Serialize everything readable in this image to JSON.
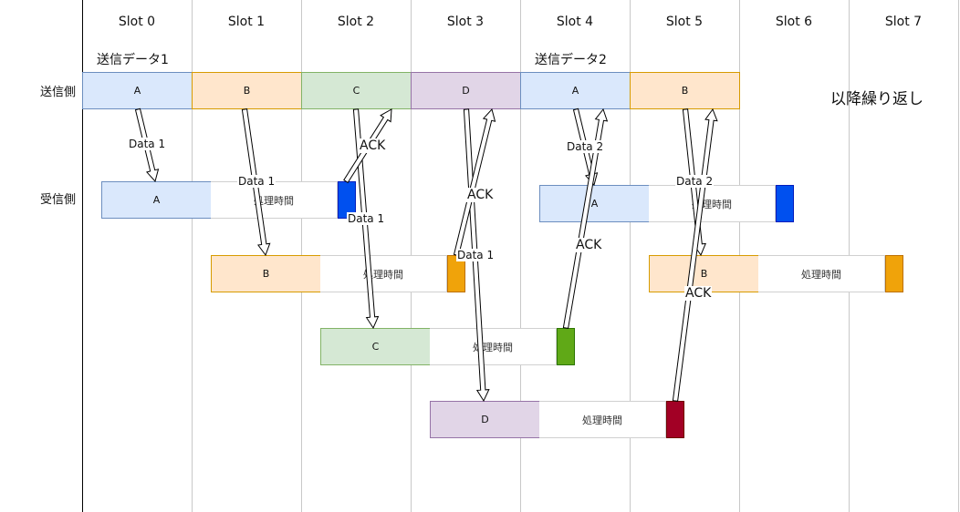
{
  "slots": [
    "Slot 0",
    "Slot 1",
    "Slot 2",
    "Slot 3",
    "Slot 4",
    "Slot 5",
    "Slot 6",
    "Slot 7"
  ],
  "labels": {
    "send_data_1": "送信データ1",
    "send_data_2": "送信データ2",
    "sender_side": "送信側",
    "receiver_side": "受信側",
    "repeat": "以降繰り返し"
  },
  "sender_boxes": [
    "A",
    "B",
    "C",
    "D",
    "A",
    "B"
  ],
  "receiver_rows": [
    {
      "label": "A",
      "processing": "処理時間"
    },
    {
      "label": "A",
      "processing": "処理時間"
    },
    {
      "label": "B",
      "processing": "処理時間"
    },
    {
      "label": "B",
      "processing": "処理時間"
    },
    {
      "label": "C",
      "processing": "処理時間"
    },
    {
      "label": "D",
      "processing": "処理時間"
    }
  ],
  "arrow_labels": {
    "data1_a": "Data 1",
    "data1_b": "Data 1",
    "data1_c": "Data 1",
    "data1_d": "Data 1",
    "data2_a": "Data 2",
    "data2_b": "Data 2",
    "ack_a": "ACK",
    "ack_b": "ACK",
    "ack_c": "ACK",
    "ack_d": "ACK"
  },
  "colors": {
    "A_fill": "#dae8fc",
    "A_border": "#6c8ebf",
    "B_fill": "#ffe6cc",
    "B_border": "#d79b00",
    "C_fill": "#d5e8d4",
    "C_border": "#82b366",
    "D_fill": "#e1d5e7",
    "D_border": "#9673a6",
    "ack_blue": "#0050ef",
    "ack_orange": "#f0a30a",
    "ack_green": "#60a917",
    "ack_red": "#a20025"
  }
}
